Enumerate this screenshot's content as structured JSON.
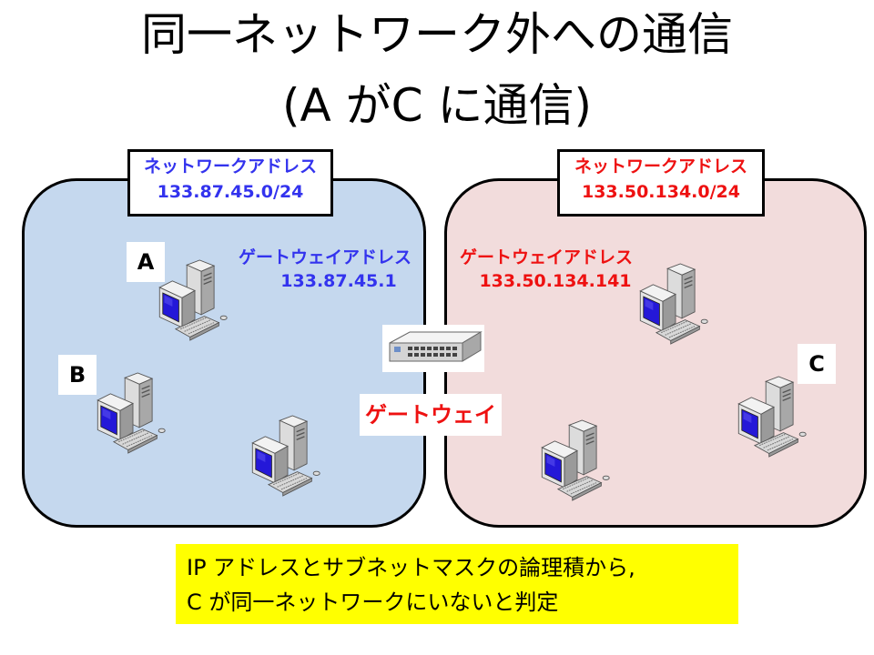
{
  "title_line1": "同一ネットワーク外への通信",
  "title_line2": "(A がC に通信)",
  "left_network": {
    "label": "ネットワークアドレス",
    "address": "133.87.45.0/24",
    "gateway_label": "ゲートウェイアドレス",
    "gateway_address": "133.87.45.1",
    "color": "#3333ee",
    "fill": "#c5d8ee"
  },
  "right_network": {
    "label": "ネットワークアドレス",
    "address": "133.50.134.0/24",
    "gateway_label": "ゲートウェイアドレス",
    "gateway_address": "133.50.134.141",
    "color": "#ee1111",
    "fill": "#f2dcdc"
  },
  "hosts": {
    "a": "A",
    "b": "B",
    "c": "C"
  },
  "gateway": {
    "label": "ゲートウェイ",
    "icon": "network-switch-icon"
  },
  "note": {
    "line1": "IP アドレスとサブネットマスクの論理積から,",
    "line2": "C が同一ネットワークにいないと判定"
  },
  "icons": {
    "computer": "desktop-computer-icon"
  }
}
